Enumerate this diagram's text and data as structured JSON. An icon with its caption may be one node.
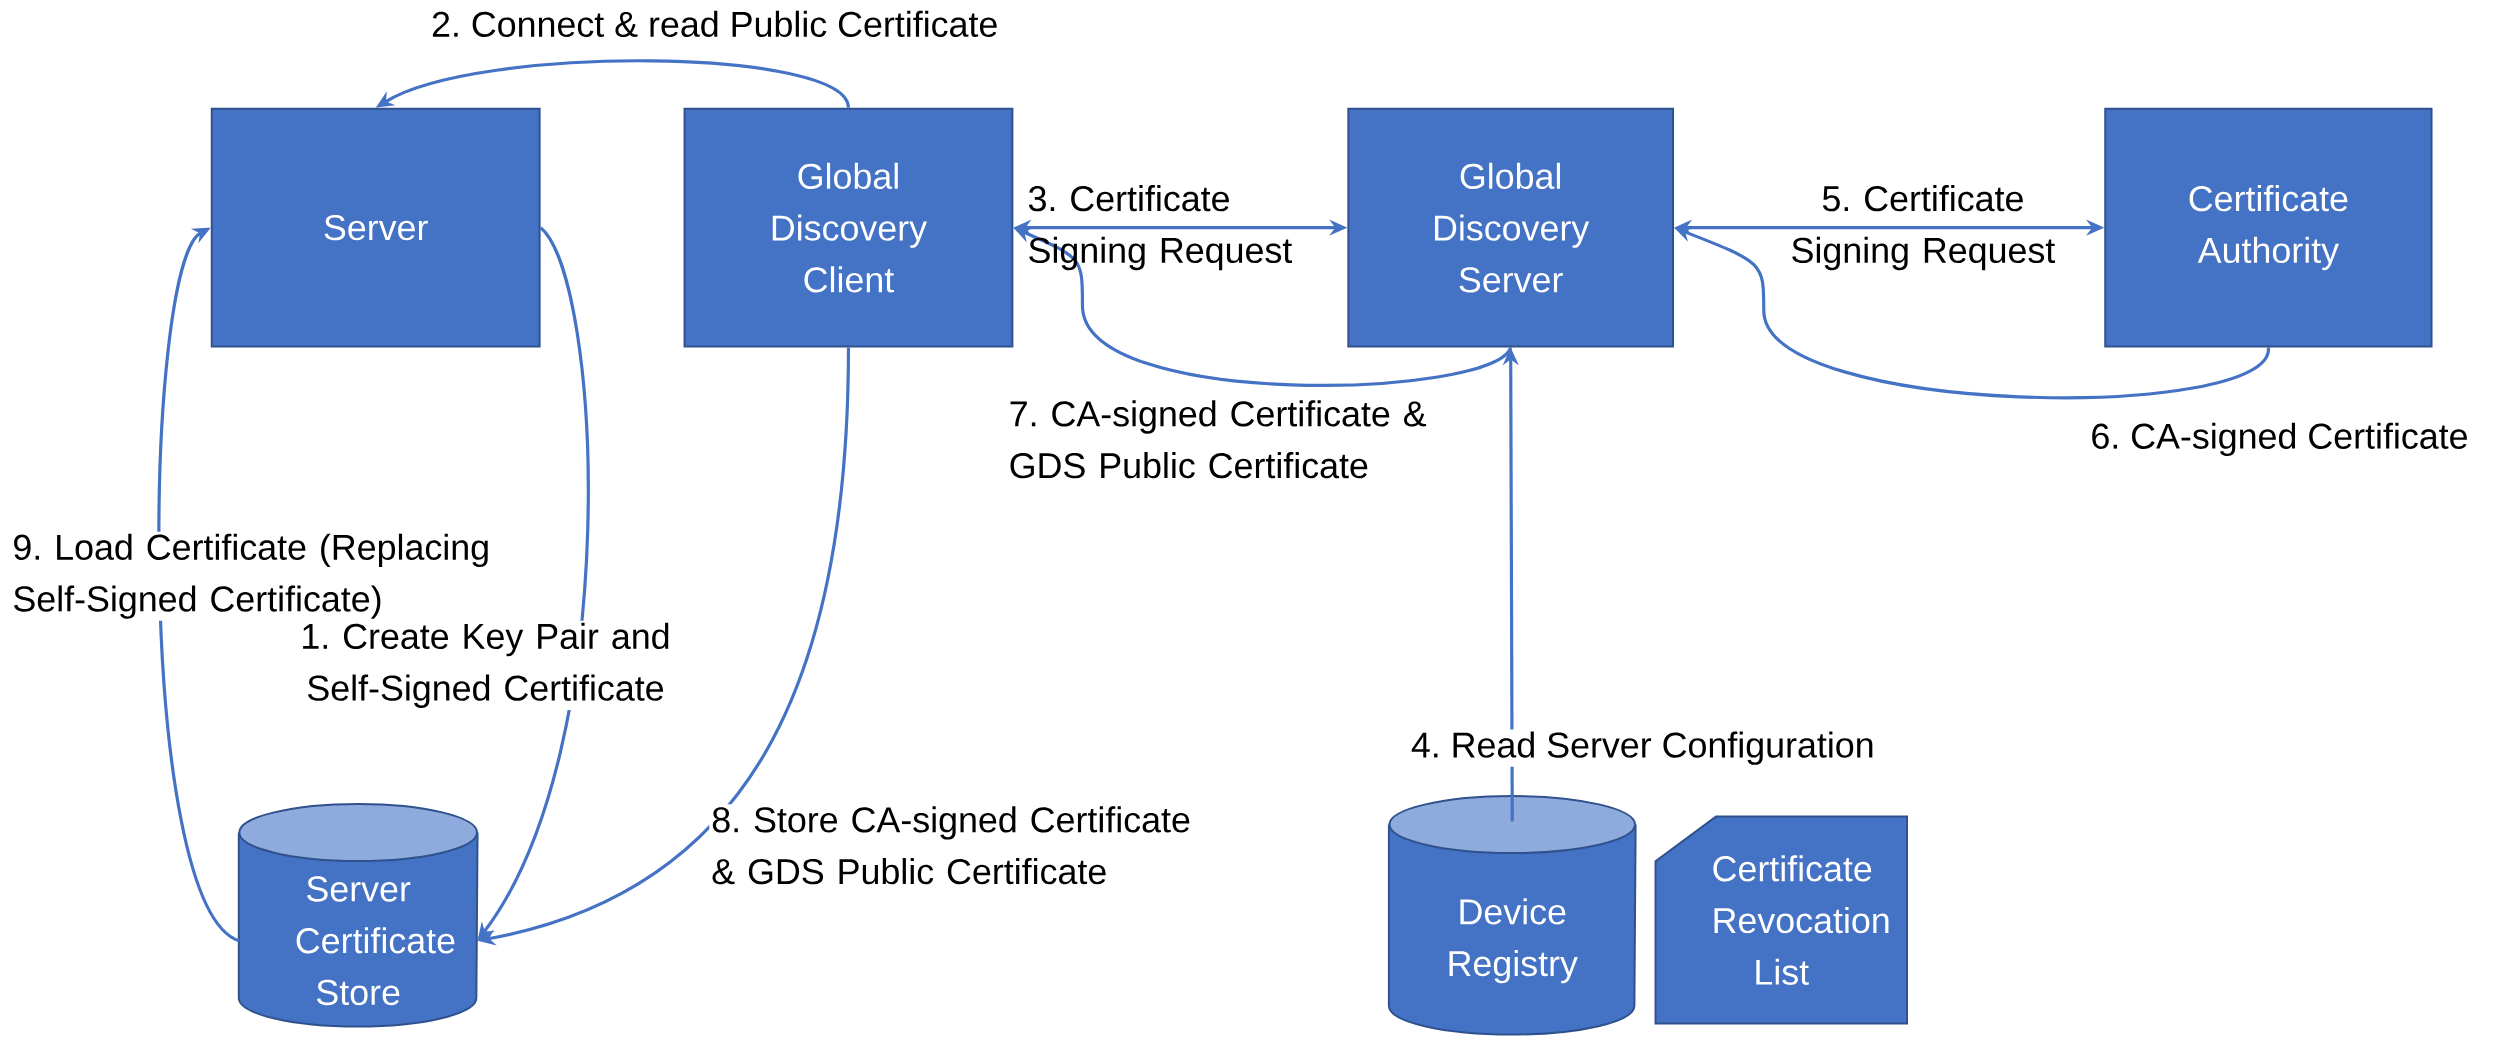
{
  "diagram": {
    "nodes": [
      {
        "text": [
          "Server"
        ]
      },
      {
        "text": [
          "Global Discovery Client"
        ]
      },
      {
        "text": [
          "Global Discovery Server"
        ]
      },
      {
        "text": [
          "Certificate Authority"
        ]
      },
      {
        "text": [
          "Server Certificate Store"
        ]
      },
      {
        "text": [
          "Device Registry"
        ]
      },
      {
        "text": [
          "Certificate Revocation List"
        ]
      }
    ],
    "edges": [
      {
        "from": 0,
        "to": 4,
        "arrow": "to",
        "label": "1. Create Key Pair and Self-Signed Certificate"
      },
      {
        "from": 1,
        "to": 0,
        "arrow": "to",
        "label": "2. Connect & read Public Certificate"
      },
      {
        "from": 1,
        "to": 2,
        "arrow": "both",
        "label": "3. Certificate Signing Request"
      },
      {
        "from": 5,
        "to": 2,
        "arrow": "to",
        "label": "4. Read Server Configuration"
      },
      {
        "from": 2,
        "to": 3,
        "arrow": "both",
        "label": "5. Certificate Signing Request"
      },
      {
        "from": 3,
        "to": 2,
        "arrow": "to",
        "label": "6. CA-signed Certificate"
      },
      {
        "from": 2,
        "to": 1,
        "arrow": "to",
        "label": "7. CA-signed Certificate & GDS Public Certificate"
      },
      {
        "from": 1,
        "to": 4,
        "arrow": "to",
        "label": "8. Store CA-signed Certificate & GDS Public Certificate"
      },
      {
        "from": 4,
        "to": 0,
        "arrow": "to",
        "label": "9. Load Certificate (Replacing Self-Signed Certificate)"
      }
    ]
  }
}
